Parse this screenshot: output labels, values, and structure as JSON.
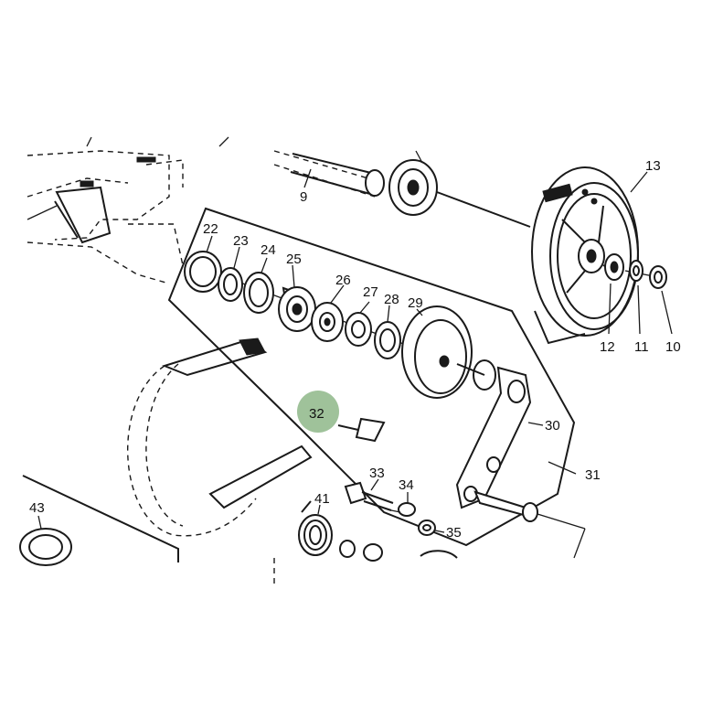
{
  "diagram": {
    "highlight_color": "#9fc29a",
    "highlighted_part": "32",
    "callouts": [
      {
        "id": "c9",
        "label": "9"
      },
      {
        "id": "c13",
        "label": "13"
      },
      {
        "id": "c22",
        "label": "22"
      },
      {
        "id": "c23",
        "label": "23"
      },
      {
        "id": "c24",
        "label": "24"
      },
      {
        "id": "c25",
        "label": "25"
      },
      {
        "id": "c26",
        "label": "26"
      },
      {
        "id": "c27",
        "label": "27"
      },
      {
        "id": "c28",
        "label": "28"
      },
      {
        "id": "c29",
        "label": "29"
      },
      {
        "id": "c12",
        "label": "12"
      },
      {
        "id": "c11",
        "label": "11"
      },
      {
        "id": "c10",
        "label": "10"
      },
      {
        "id": "c30",
        "label": "30"
      },
      {
        "id": "c31",
        "label": "31"
      },
      {
        "id": "c32",
        "label": "32"
      },
      {
        "id": "c33",
        "label": "33"
      },
      {
        "id": "c34",
        "label": "34"
      },
      {
        "id": "c35",
        "label": "35"
      },
      {
        "id": "c41",
        "label": "41"
      },
      {
        "id": "c43",
        "label": "43"
      }
    ]
  }
}
